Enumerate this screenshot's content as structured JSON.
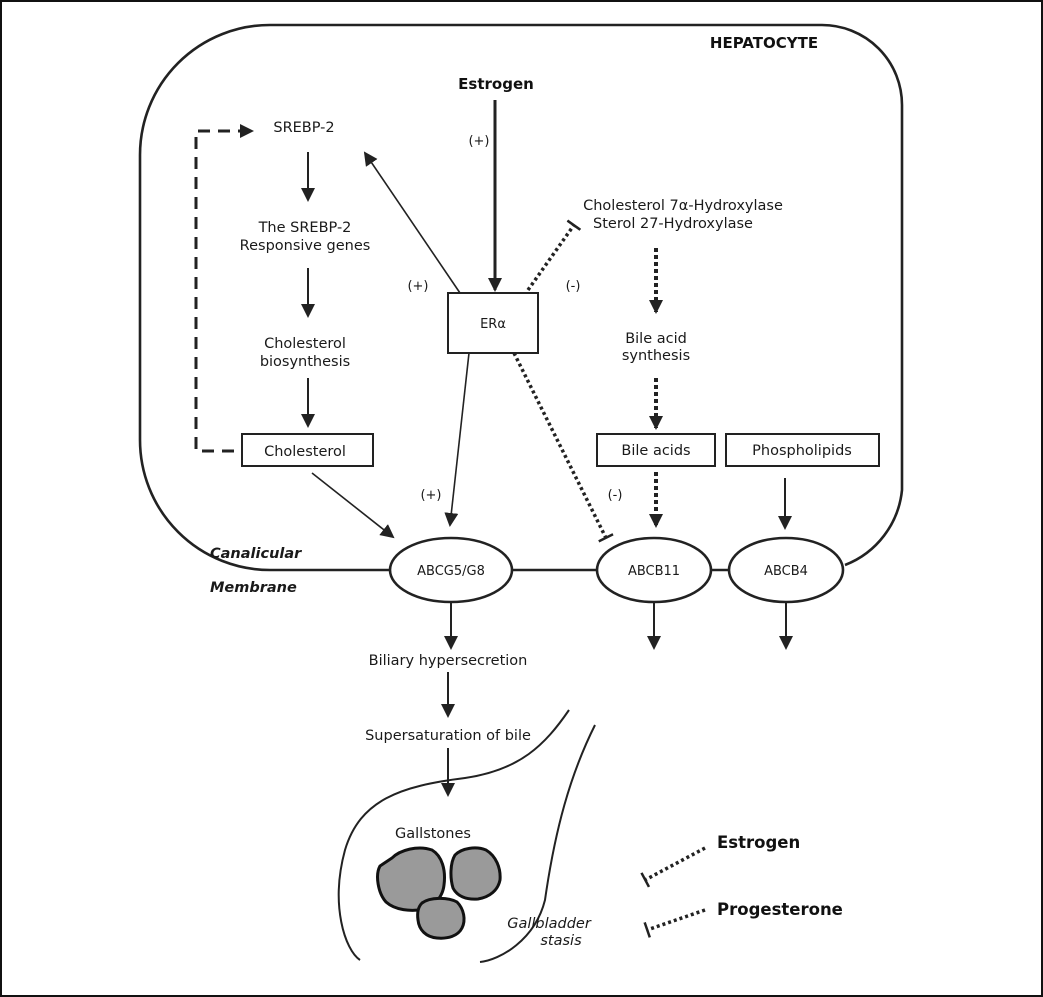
{
  "diagram": {
    "cell_label": "HEPATOCYTE",
    "membrane_label_line1": "Canalicular",
    "membrane_label_line2": "Membrane",
    "nodes": {
      "estrogen_top": "Estrogen",
      "srebp2": "SREBP-2",
      "srebp2_genes_line1": "The SREBP-2",
      "srebp2_genes_line2": "Responsive genes",
      "chol_biosynth_line1": "Cholesterol",
      "chol_biosynth_line2": "biosynthesis",
      "cholesterol": "Cholesterol",
      "era": "ERα",
      "enzymes_line1": "Cholesterol 7α-Hydroxylase",
      "enzymes_line2": "Sterol 27-Hydroxylase",
      "bile_acid_synth_line1": "Bile acid",
      "bile_acid_synth_line2": "synthesis",
      "bile_acids": "Bile acids",
      "phospholipids": "Phospholipids",
      "abcg5g8": "ABCG5/G8",
      "abcb11": "ABCB11",
      "abcb4": "ABCB4",
      "biliary_hypersecretion": "Biliary hypersecretion",
      "supersaturation": "Supersaturation of bile",
      "gallstones": "Gallstones",
      "gallbladder_stasis_line1": "Gallbladder",
      "gallbladder_stasis_line2": "stasis"
    },
    "signs": {
      "estrogen_to_era": "(+)",
      "era_to_srebp2": "(+)",
      "era_to_enzymes": "(-)",
      "era_to_abcg5g8": "(+)",
      "era_to_abcb11": "(-)"
    },
    "legend": {
      "items": [
        {
          "label": "Estrogen",
          "symbol": "dotted-inhibition"
        },
        {
          "label": "Progesterone",
          "symbol": "dotted-inhibition"
        }
      ]
    },
    "colors": {
      "stroke": "#222222",
      "gallstone_fill": "#9a9a9a",
      "background": "#ffffff"
    }
  }
}
